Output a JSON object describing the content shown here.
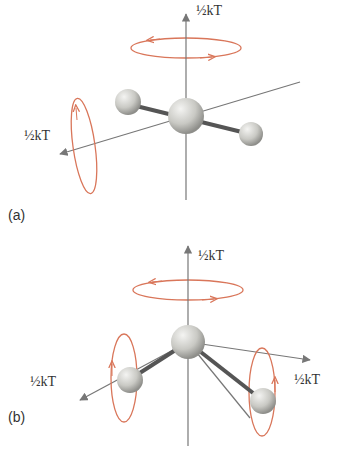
{
  "diagram": {
    "labels": [
      "½kT",
      "½kT",
      "(a)",
      "½kT",
      "½kT",
      "½kT",
      "(b)"
    ]
  }
}
